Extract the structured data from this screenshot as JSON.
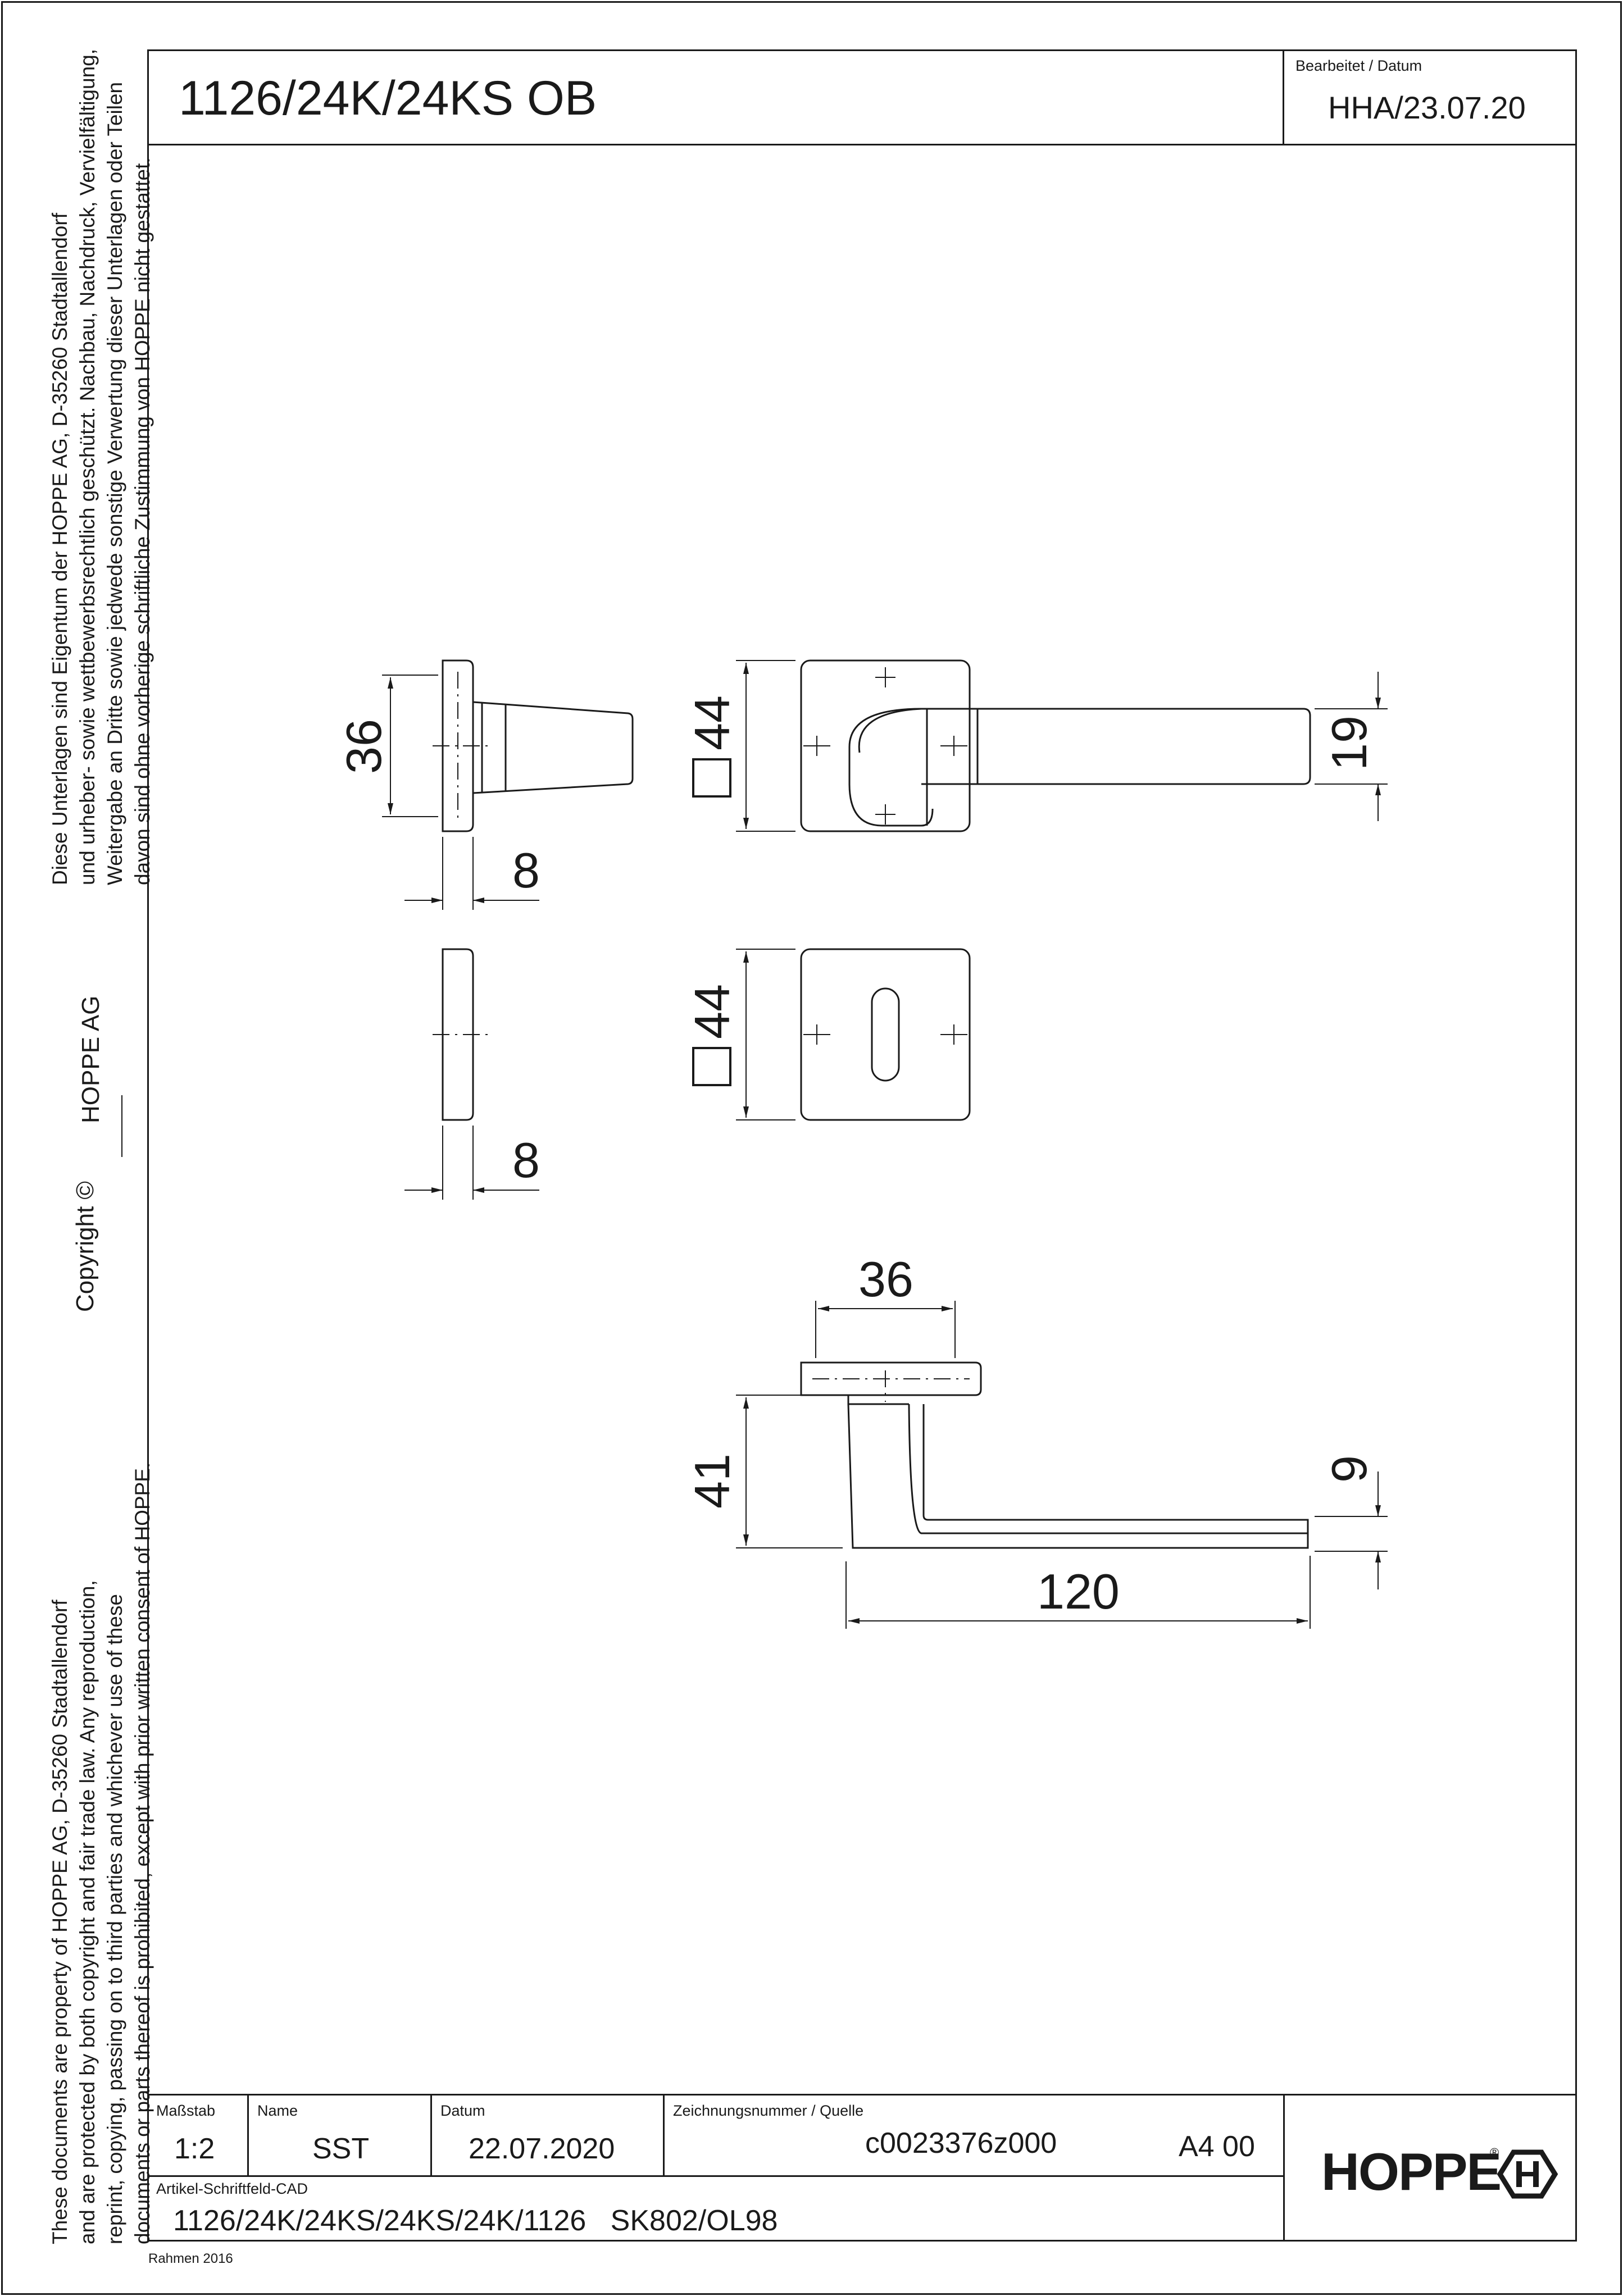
{
  "header": {
    "title": "1126/24K/24KS OB",
    "edited_label": "Bearbeitet  / Datum",
    "edited_value": "HHA/23.07.20"
  },
  "legal": {
    "de_lines": [
      "Diese Unterlagen sind Eigentum der  HOPPE AG, D-35260 Stadtallendorf",
      "und urheber- sowie wettbewerbsrechtlich geschützt. Nachbau, Nachdruck, Vervielfältigung,",
      "Weitergabe an Dritte sowie jedwede sonstige Verwertung dieser Unterlagen oder Teilen",
      "davon sind ohne vorherige schriftliche Zustimmung von HOPPE nicht gestattet."
    ],
    "company": "HOPPE  AG",
    "copyright": "Copyright ©",
    "en_lines": [
      "These documents are property of HOPPE AG, D-35260 Stadtallendorf",
      "and are protected by both copyright and fair trade law. Any reproduction,",
      "reprint, copying, passing on to third parties and whichever use of these",
      "documents or parts thereof is prohibited, except with prior written consent of HOPPE."
    ]
  },
  "dimensions": {
    "rose_height": "36",
    "rose_thickness": "8",
    "escutcheon_thickness": "8",
    "rose_square": "44",
    "escutcheon_square": "44",
    "lever_width": "19",
    "rose_diameter": "36",
    "lever_height": "41",
    "lever_thickness": "9",
    "lever_length": "120"
  },
  "title_block": {
    "scale_label": "Maßstab",
    "scale_value": "1:2",
    "name_label": "Name",
    "name_value": "SST",
    "date_label": "Datum",
    "date_value": "22.07.2020",
    "drawing_label": "Zeichnungsnummer / Quelle",
    "drawing_value": "c0023376z000",
    "format_value": "A4 00",
    "article_label": "Artikel-Schriftfeld-CAD",
    "article_value": "1126/24K/24KS/24KS/24K/1126   SK802/OL98",
    "logo_text": "HOPPE",
    "logo_reg": "®"
  },
  "footer": {
    "frame_label": "Rahmen 2016"
  }
}
